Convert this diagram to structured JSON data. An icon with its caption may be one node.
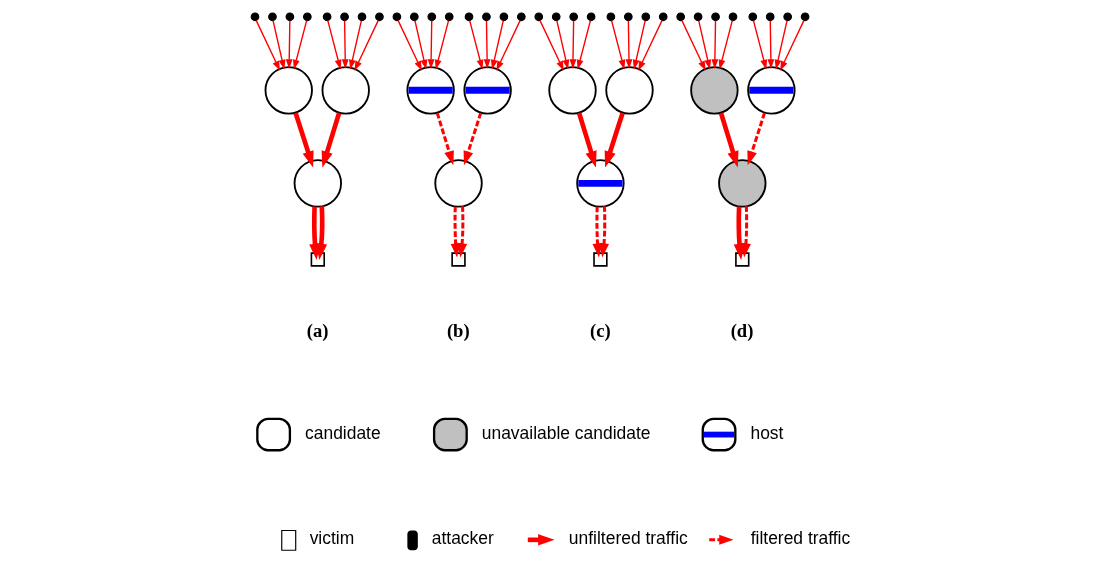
{
  "diagram": {
    "nodes": [
      {
        "text": [],
        "shape": "dot"
      },
      {
        "text": [],
        "shape": "dot"
      },
      {
        "text": [],
        "shape": "dot"
      },
      {
        "text": [],
        "shape": "dot"
      },
      {
        "text": [],
        "shape": "dot"
      },
      {
        "text": [],
        "shape": "dot"
      },
      {
        "text": [],
        "shape": "dot"
      },
      {
        "text": [],
        "shape": "dot"
      },
      {
        "text": [],
        "shape": "circle"
      },
      {
        "text": [],
        "shape": "circle"
      },
      {
        "text": [],
        "shape": "circle"
      },
      {
        "text": [],
        "shape": "box"
      },
      {
        "text": [],
        "shape": "dot"
      },
      {
        "text": [],
        "shape": "dot"
      },
      {
        "text": [],
        "shape": "dot"
      },
      {
        "text": [],
        "shape": "dot"
      },
      {
        "text": [],
        "shape": "dot"
      },
      {
        "text": [],
        "shape": "dot"
      },
      {
        "text": [],
        "shape": "dot"
      },
      {
        "text": [],
        "shape": "dot"
      },
      {
        "text": [],
        "shape": "circle"
      },
      {
        "text": [],
        "shape": "circle"
      },
      {
        "text": [],
        "shape": "circle"
      },
      {
        "text": [],
        "shape": "box"
      },
      {
        "text": [],
        "shape": "dot"
      },
      {
        "text": [],
        "shape": "dot"
      },
      {
        "text": [],
        "shape": "dot"
      },
      {
        "text": [],
        "shape": "dot"
      },
      {
        "text": [],
        "shape": "dot"
      },
      {
        "text": [],
        "shape": "dot"
      },
      {
        "text": [],
        "shape": "dot"
      },
      {
        "text": [],
        "shape": "dot"
      },
      {
        "text": [],
        "shape": "circle"
      },
      {
        "text": [],
        "shape": "circle"
      },
      {
        "text": [],
        "shape": "circle"
      },
      {
        "text": [],
        "shape": "box"
      },
      {
        "text": [],
        "shape": "dot"
      },
      {
        "text": [],
        "shape": "dot"
      },
      {
        "text": [],
        "shape": "dot"
      },
      {
        "text": [],
        "shape": "dot"
      },
      {
        "text": [],
        "shape": "dot"
      },
      {
        "text": [],
        "shape": "dot"
      },
      {
        "text": [],
        "shape": "dot"
      },
      {
        "text": [],
        "shape": "dot"
      },
      {
        "text": [],
        "shape": "circle"
      },
      {
        "text": [],
        "shape": "circle"
      },
      {
        "text": [],
        "shape": "circle"
      },
      {
        "text": [],
        "shape": "box"
      }
    ],
    "edges": [
      {
        "from": 0,
        "to": 8,
        "arrow": "to"
      },
      {
        "from": 1,
        "to": 8,
        "arrow": "to"
      },
      {
        "from": 2,
        "to": 8,
        "arrow": "to"
      },
      {
        "from": 3,
        "to": 8,
        "arrow": "to"
      },
      {
        "from": 4,
        "to": 9,
        "arrow": "to"
      },
      {
        "from": 5,
        "to": 9,
        "arrow": "to"
      },
      {
        "from": 6,
        "to": 9,
        "arrow": "to"
      },
      {
        "from": 7,
        "to": 9,
        "arrow": "to"
      },
      {
        "from": 8,
        "to": 10,
        "arrow": "to",
        "style": "thick"
      },
      {
        "from": 9,
        "to": 10,
        "arrow": "to",
        "style": "thick"
      },
      {
        "from": 10,
        "to": 11,
        "arrow": "to",
        "style": "thick"
      },
      {
        "from": 10,
        "to": 11,
        "arrow": "to",
        "style": "thick"
      },
      {
        "from": 12,
        "to": 20,
        "arrow": "to"
      },
      {
        "from": 13,
        "to": 20,
        "arrow": "to"
      },
      {
        "from": 14,
        "to": 20,
        "arrow": "to"
      },
      {
        "from": 15,
        "to": 20,
        "arrow": "to"
      },
      {
        "from": 16,
        "to": 21,
        "arrow": "to"
      },
      {
        "from": 17,
        "to": 21,
        "arrow": "to"
      },
      {
        "from": 18,
        "to": 21,
        "arrow": "to"
      },
      {
        "from": 19,
        "to": 21,
        "arrow": "to"
      },
      {
        "from": 20,
        "to": 22,
        "arrow": "to",
        "style": "dashed"
      },
      {
        "from": 21,
        "to": 22,
        "arrow": "to",
        "style": "dashed"
      },
      {
        "from": 22,
        "to": 23,
        "arrow": "to",
        "style": "dashed"
      },
      {
        "from": 22,
        "to": 23,
        "arrow": "to",
        "style": "dashed"
      },
      {
        "from": 24,
        "to": 32,
        "arrow": "to"
      },
      {
        "from": 25,
        "to": 32,
        "arrow": "to"
      },
      {
        "from": 26,
        "to": 32,
        "arrow": "to"
      },
      {
        "from": 27,
        "to": 32,
        "arrow": "to"
      },
      {
        "from": 28,
        "to": 33,
        "arrow": "to"
      },
      {
        "from": 29,
        "to": 33,
        "arrow": "to"
      },
      {
        "from": 30,
        "to": 33,
        "arrow": "to"
      },
      {
        "from": 31,
        "to": 33,
        "arrow": "to"
      },
      {
        "from": 32,
        "to": 34,
        "arrow": "to",
        "style": "thick"
      },
      {
        "from": 33,
        "to": 34,
        "arrow": "to",
        "style": "thick"
      },
      {
        "from": 34,
        "to": 35,
        "arrow": "to",
        "style": "dashed"
      },
      {
        "from": 34,
        "to": 35,
        "arrow": "to",
        "style": "dashed"
      },
      {
        "from": 36,
        "to": 44,
        "arrow": "to"
      },
      {
        "from": 37,
        "to": 44,
        "arrow": "to"
      },
      {
        "from": 38,
        "to": 44,
        "arrow": "to"
      },
      {
        "from": 39,
        "to": 44,
        "arrow": "to"
      },
      {
        "from": 40,
        "to": 45,
        "arrow": "to"
      },
      {
        "from": 41,
        "to": 45,
        "arrow": "to"
      },
      {
        "from": 42,
        "to": 45,
        "arrow": "to"
      },
      {
        "from": 43,
        "to": 45,
        "arrow": "to"
      },
      {
        "from": 44,
        "to": 46,
        "arrow": "to",
        "style": "thick"
      },
      {
        "from": 45,
        "to": 46,
        "arrow": "to",
        "style": "dashed"
      },
      {
        "from": 46,
        "to": 47,
        "arrow": "to",
        "style": "thick"
      },
      {
        "from": 46,
        "to": 47,
        "arrow": "to",
        "style": "dashed"
      }
    ],
    "labels": [
      "(a)",
      "(b)",
      "(c)",
      "(d)"
    ],
    "legend": [
      {
        "text": "candidate"
      },
      {
        "text": "unavailable candidate"
      },
      {
        "text": "host"
      },
      {
        "text": "victim"
      },
      {
        "text": "attacker"
      },
      {
        "text": "unfiltered traffic"
      },
      {
        "text": "filtered traffic"
      }
    ]
  }
}
